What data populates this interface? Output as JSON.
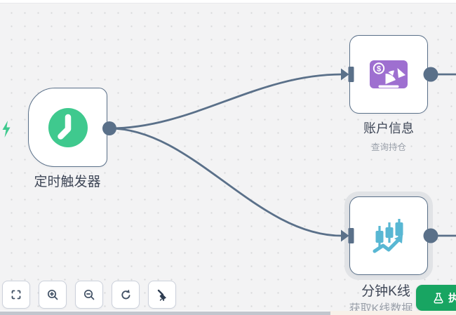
{
  "canvas": {
    "background_color": "#f3f3f4",
    "dot_color": "#d7d8da"
  },
  "colors": {
    "accent_green": "#3fc98e",
    "slate_connector": "#5a7089",
    "account_icon_purple": "#9e6fd0",
    "kline_icon_teal": "#58b7d3",
    "execute_green": "#18a562",
    "selection_halo": "#e1e3e6"
  },
  "nodes": {
    "trigger": {
      "label": "定时触发器",
      "icon": "clock-icon"
    },
    "account": {
      "label": "账户信息",
      "subtitle": "查询持仓",
      "icon": "account-finance-icon"
    },
    "kline": {
      "label": "分钟K线",
      "subtitle": "获取K线数据",
      "icon": "candlestick-chart-icon",
      "selected": true
    }
  },
  "toolbar": {
    "buttons": [
      {
        "name": "fit-view",
        "icon": "fit-view-icon"
      },
      {
        "name": "zoom-in",
        "icon": "zoom-in-icon"
      },
      {
        "name": "zoom-out",
        "icon": "zoom-out-icon"
      },
      {
        "name": "undo",
        "icon": "undo-icon"
      },
      {
        "name": "tidy-up",
        "icon": "broom-icon"
      }
    ]
  },
  "execute_button": {
    "label": "执行",
    "icon": "flask-icon"
  },
  "indicators": {
    "trigger_bolt_icon": "lightning-icon"
  }
}
